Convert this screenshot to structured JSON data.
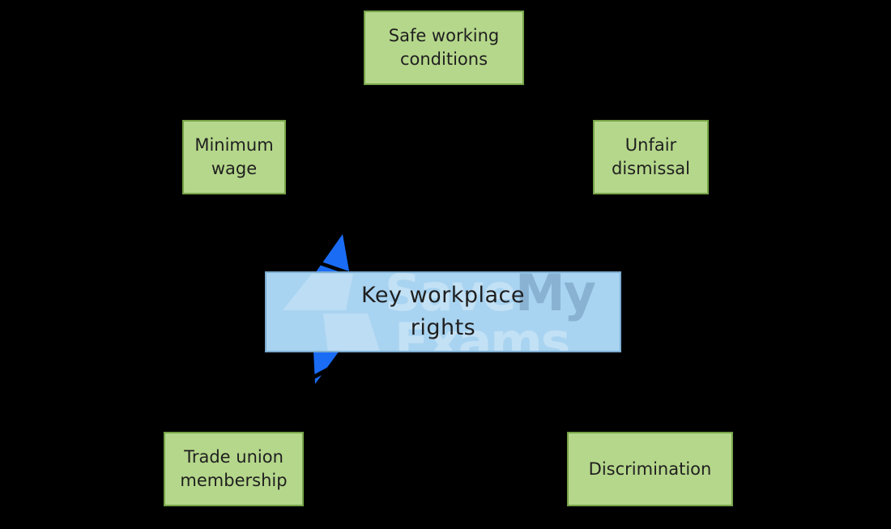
{
  "center": {
    "label": "Key workplace\nrights"
  },
  "nodes": [
    {
      "id": "safe-working-conditions",
      "label": "Safe working\nconditions"
    },
    {
      "id": "minimum-wage",
      "label": "Minimum\nwage"
    },
    {
      "id": "unfair-dismissal",
      "label": "Unfair\ndismissal"
    },
    {
      "id": "trade-union-membership",
      "label": "Trade union\nmembership"
    },
    {
      "id": "discrimination",
      "label": "Discrimination"
    }
  ],
  "watermark": {
    "part1": "Save",
    "part2": "My",
    "line2": "Exams"
  },
  "colors": {
    "background": "#000000",
    "node-fill": "#b5d78b",
    "node-border": "#76a348",
    "center-fill": "#a9d4f1",
    "center-border": "#7dadd1",
    "bolt-blue": "#1a6cf5",
    "text": "#1f1f1f"
  }
}
